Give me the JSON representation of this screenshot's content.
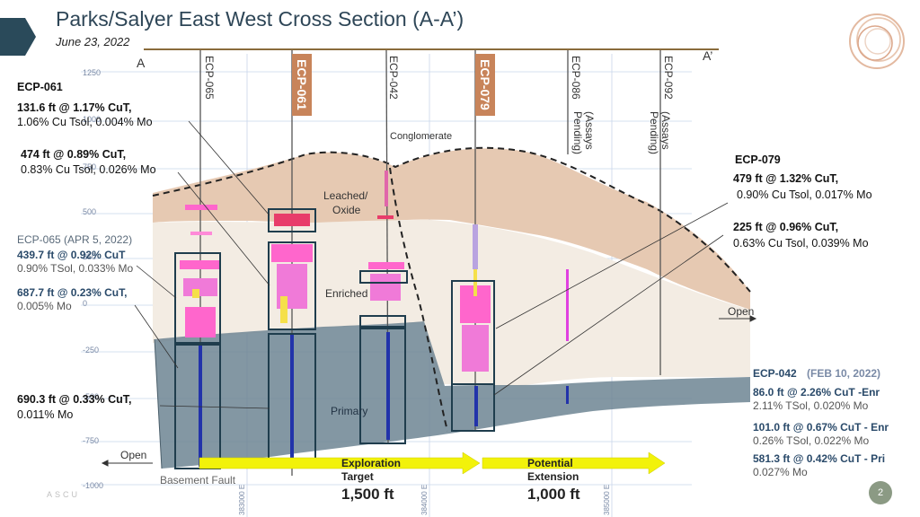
{
  "header": {
    "title": "Parks/Salyer East West Cross Section (A-A’)",
    "date": "June 23, 2022",
    "section_start": "A",
    "section_end": "A’"
  },
  "elevations": [
    "1250",
    "1000",
    "750",
    "500",
    "250",
    "0",
    "-250",
    "-500",
    "-750",
    "-1000"
  ],
  "eastings": [
    "383000 E",
    "384000 E",
    "385000 E"
  ],
  "drillholes": [
    {
      "id": "ECP-065",
      "note": "",
      "highlight": false
    },
    {
      "id": "ECP-061",
      "note": "",
      "highlight": true
    },
    {
      "id": "ECP-042",
      "note": "",
      "highlight": false
    },
    {
      "id": "ECP-079",
      "note": "",
      "highlight": true
    },
    {
      "id": "ECP-086",
      "note": "(Assays Pending)",
      "highlight": false
    },
    {
      "id": "ECP-092",
      "note": "(Assays Pending)",
      "highlight": false
    }
  ],
  "zones": {
    "conglomerate": "Conglomerate",
    "leached_oxide_line1": "Leached/",
    "leached_oxide_line2": "Oxide",
    "enriched": "Enriched",
    "primary": "Primary",
    "basement_fault": "Basement Fault",
    "open_right": "Open",
    "open_left": "Open"
  },
  "callouts": {
    "ecp061": {
      "title": "ECP-061",
      "r1_line1": "131.6 ft @ 1.17% CuT,",
      "r1_line2": "1.06% Cu Tsol, 0.004% Mo",
      "r2_line1": "474 ft @ 0.89% CuT,",
      "r2_line2": "0.83% Cu Tsol, 0.026% Mo",
      "r3_line1": "690.3 ft @ 0.33% CuT,",
      "r3_line2": "0.011% Mo"
    },
    "ecp065": {
      "title": "ECP-065 (APR 5, 2022)",
      "r1_line1": "439.7 ft @ 0.92% CuT",
      "r1_line2": "0.90% TSol, 0.033% Mo",
      "r2_line1": "687.7 ft @ 0.23% CuT,",
      "r2_line2": "0.005% Mo"
    },
    "ecp079": {
      "title": "ECP-079",
      "r1_line1": "479 ft @ 1.32% CuT,",
      "r1_line2": "0.90% Cu Tsol, 0.017% Mo",
      "r2_line1": "225 ft @ 0.96% CuT,",
      "r2_line2": "0.63% Cu Tsol, 0.039% Mo"
    },
    "ecp042": {
      "title": "ECP-042",
      "title_date": "(FEB 10, 2022)",
      "r1_line1": "86.0 ft @ 2.26% CuT -Enr",
      "r1_line2": "2.11% TSol, 0.020% Mo",
      "r2_line1": "101.0 ft @ 0.67% CuT - Enr",
      "r2_line2": "0.26% TSol, 0.022% Mo",
      "r3_line1": "581.3 ft @ 0.42% CuT - Pri",
      "r3_line2": "0.027% Mo"
    }
  },
  "targets": {
    "exploration_line1": "Exploration",
    "exploration_line2": "Target",
    "exploration_size": "1,500 ft",
    "potential_line1": "Potential",
    "potential_line2": "Extension",
    "potential_size": "1,000 ft"
  },
  "footer": {
    "watermark": "ASCU",
    "page_number": "2"
  },
  "colors": {
    "oxide": "#e6c9b2",
    "enriched": "#f3ece3",
    "primary": "#6d8593",
    "arrow": "#f2f20a",
    "header_bar": "#2a4a5a"
  }
}
